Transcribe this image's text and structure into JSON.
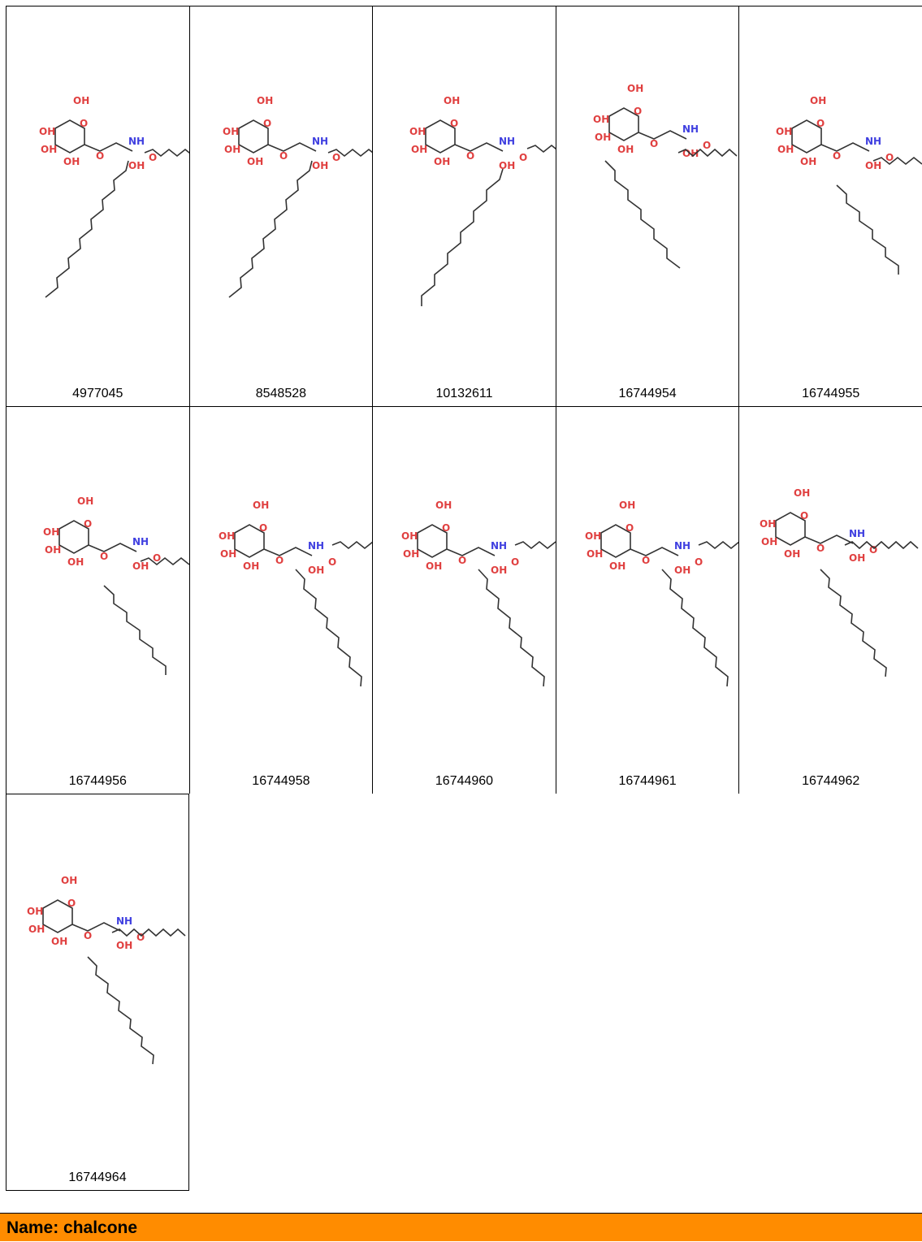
{
  "molecules": [
    {
      "id": "4977045"
    },
    {
      "id": "8548528"
    },
    {
      "id": "10132611"
    },
    {
      "id": "16744954"
    },
    {
      "id": "16744955"
    },
    {
      "id": "16744956"
    },
    {
      "id": "16744958"
    },
    {
      "id": "16744960"
    },
    {
      "id": "16744961"
    },
    {
      "id": "16744962"
    },
    {
      "id": "16744964"
    }
  ],
  "atom_labels": {
    "oh": "OH",
    "o": "O",
    "nh": "NH"
  },
  "name_bar": {
    "text": "Name: chalcone",
    "color": "#ff8c00"
  },
  "colors": {
    "oxygen": "#e04040",
    "nitrogen": "#4040e0",
    "bond": "#333333"
  }
}
